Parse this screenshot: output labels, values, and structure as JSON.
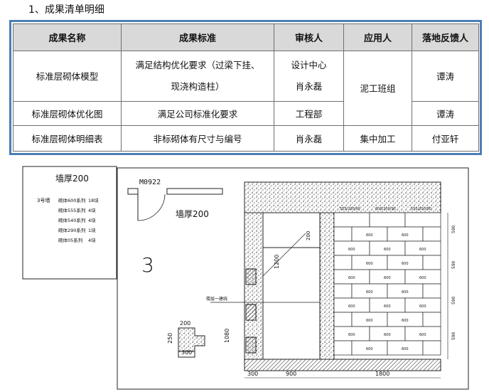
{
  "heading": "1、成果清单明细",
  "table": {
    "headers": [
      "成果名称",
      "成果标准",
      "审核人",
      "应用人",
      "落地反馈人"
    ],
    "rows": [
      {
        "name": "标准层砌体模型",
        "standard_line1": "满足结构优化要求（过梁下挂、",
        "standard_line2": "现浇构造柱）",
        "reviewer_line1": "设计中心",
        "reviewer_line2": "肖永磊",
        "applier": "泥工班组",
        "feedback": "谭涛"
      },
      {
        "name": "标准层砌体优化图",
        "standard": "满足公司标准化要求",
        "reviewer": "工程部",
        "feedback": "谭涛"
      },
      {
        "name": "标准层砌体明细表",
        "standard": "非标砌体有尺寸与编号",
        "reviewer": "肖永磊",
        "applier": "集中加工",
        "feedback": "付亚轩"
      }
    ]
  },
  "drawing": {
    "legend_title": "墙厚200",
    "legend_group": "3号墙",
    "legend_items": [
      {
        "label": "砌体600系列",
        "qty": "18块"
      },
      {
        "label": "砌体555系列",
        "qty": "4块"
      },
      {
        "label": "砌体540系列",
        "qty": "4块"
      },
      {
        "label": "砌体290系列",
        "qty": "1块"
      },
      {
        "label": "砌体05系列",
        "qty": "4块"
      }
    ],
    "door_code": "M0922",
    "wall_thickness": "墙厚200",
    "wall_number": "3",
    "col_dims": {
      "top": "200",
      "left": "250",
      "bottom": "300"
    },
    "dims_bottom": [
      "300",
      "900",
      "1800"
    ],
    "dims_left": [
      "1200",
      "1080"
    ],
    "dim_top_small": "200",
    "floor_line_label": "楼层一建线",
    "block_labels_top": [
      "555/200/90",
      "600/200/90",
      "555/200/90"
    ],
    "block_label": "600",
    "right_dims": [
      "590",
      "590",
      "590",
      "590"
    ]
  }
}
